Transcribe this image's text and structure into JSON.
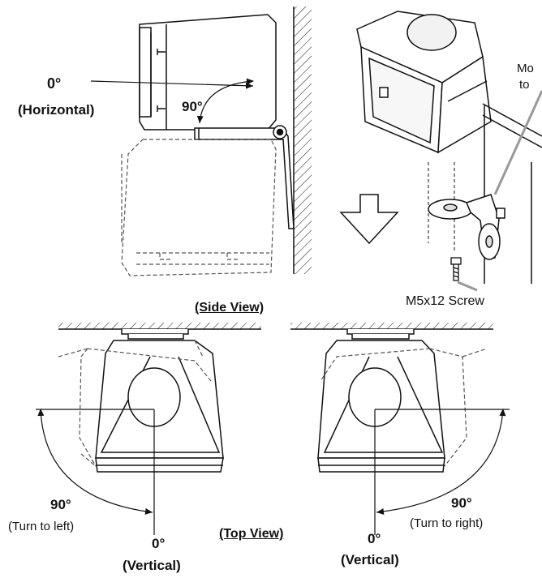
{
  "labels": {
    "horizontal_angle": "0°",
    "horizontal_text": "(Horizontal)",
    "side_angle": "90°",
    "side_view": "(Side View)",
    "bracket_callout_1": "Mo",
    "bracket_callout_2": "to",
    "screw": "M5x12 Screw",
    "left_angle": "90°",
    "left_turn": "(Turn to left)",
    "left_zero": "0°",
    "left_vertical": "(Vertical)",
    "top_view": "(Top View)",
    "right_zero": "0°",
    "right_vertical": "(Vertical)",
    "right_angle": "90°",
    "right_turn": "(Turn to right)"
  },
  "colors": {
    "ink": "#111111",
    "dash": "#555555",
    "callout": "#999999",
    "shade": "#f2f2f2"
  }
}
